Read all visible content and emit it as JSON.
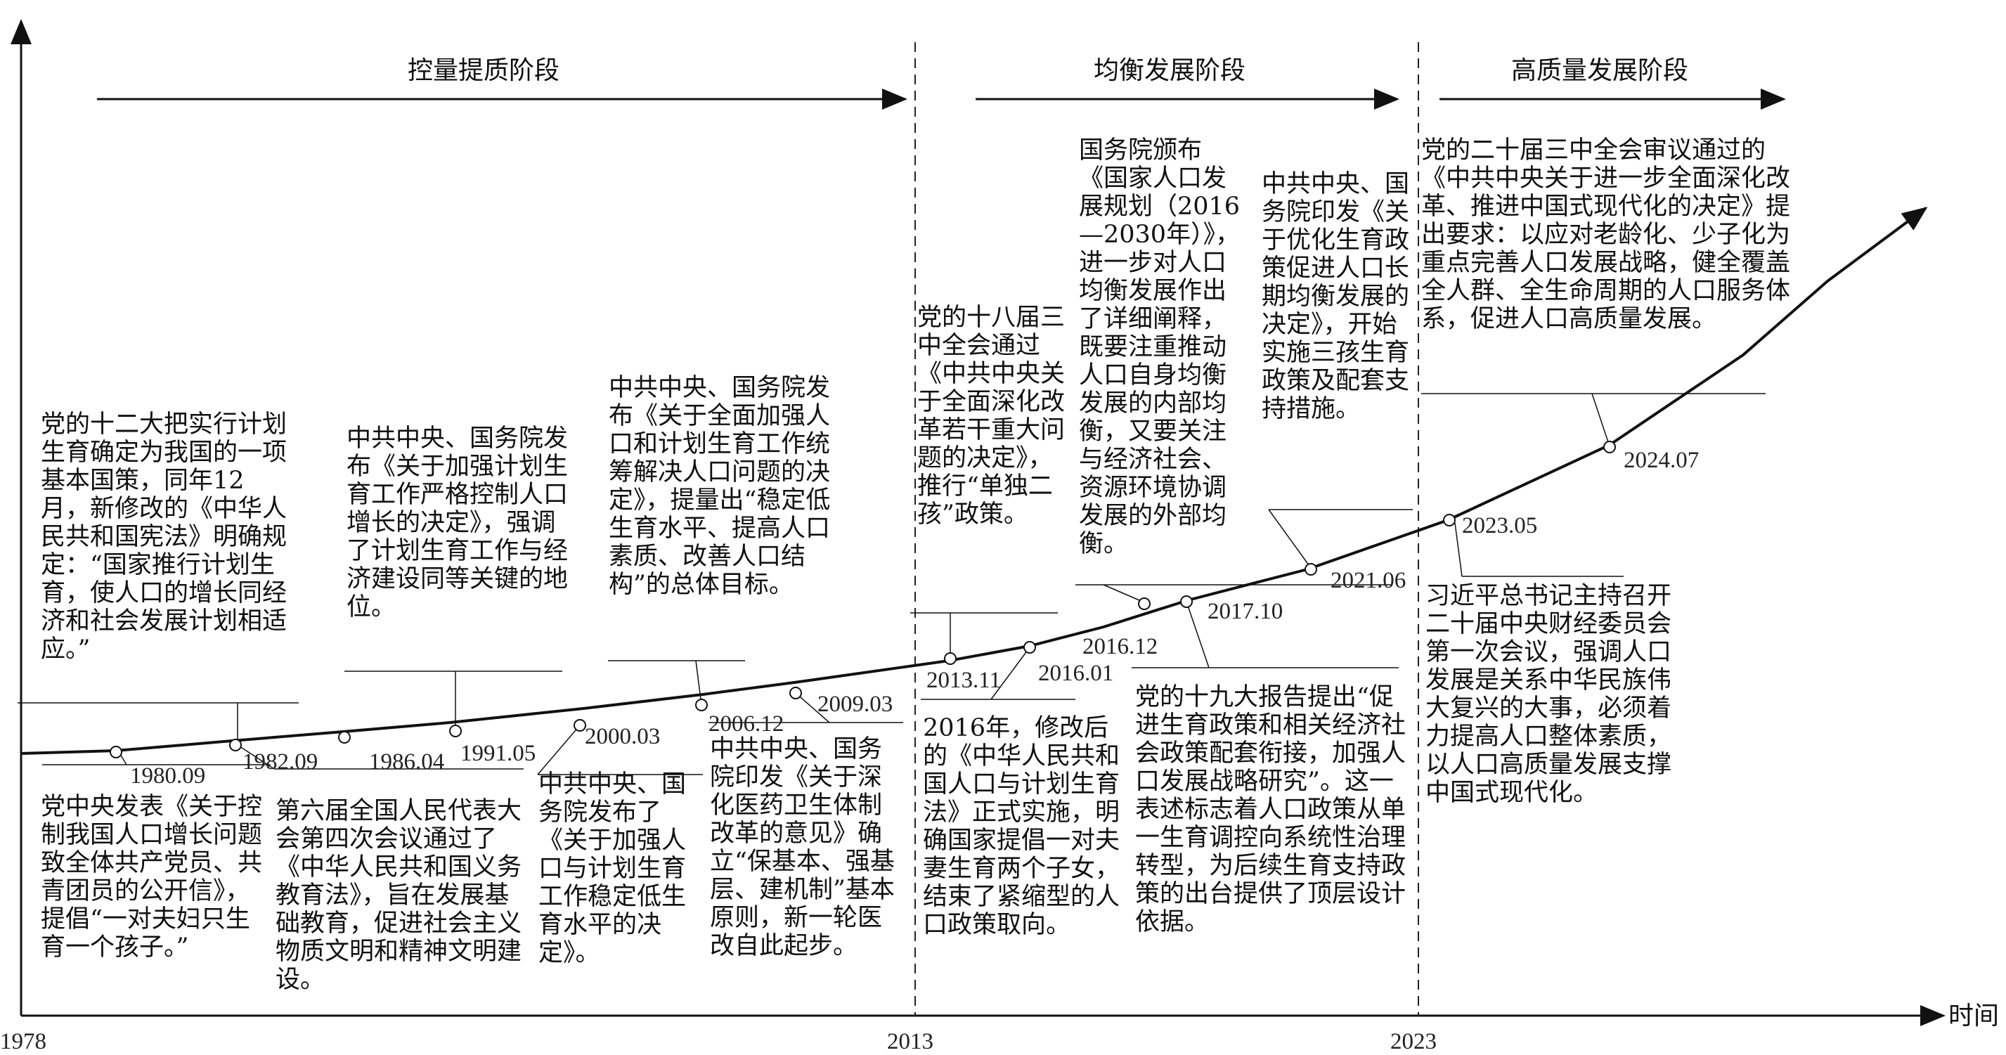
{
  "axis": {
    "x_label": "时间",
    "start_year": "1978",
    "mid_year": "2013",
    "end_year": "2023"
  },
  "phases": [
    "控量提质阶段",
    "均衡发展阶段",
    "高质量发展阶段"
  ],
  "dates": {
    "d1980": "1980.09",
    "d1982": "1982.09",
    "d1986": "1986.04",
    "d1991": "1991.05",
    "d2000": "2000.03",
    "d2006": "2006.12",
    "d2009": "2009.03",
    "d2013": "2013.11",
    "d2016a": "2016.01",
    "d2016b": "2016.12",
    "d2017": "2017.10",
    "d2021": "2021.06",
    "d2023": "2023.05",
    "d2024": "2024.07"
  },
  "events": {
    "e1980": "党中央发表《关于控制我国人口增长问题致全体共产党员、共青团员的公开信》，提倡“一对夫妇只生育一个孩子。”",
    "e1982": "党的十二大把实行计划生育确定为我国的一项基本国策，同年12月，新修改的《中华人民共和国宪法》明确规定：“国家推行计划生育，使人口的增长同经济和社会发展计划相适应。”",
    "e1986": "第六届全国人民代表大会第四次会议通过了《中华人民共和国义务教育法》，旨在发展基础教育，促进社会主义物质文明和精神文明建设。",
    "e1991": "中共中央、国务院发布《关于加强计划生育工作严格控制人口增长的决定》，强调了计划生育工作与经济建设同等关键的地位。",
    "e2000": "中共中央、国务院发布了《关于加强人口与计划生育工作稳定低生育水平的决定》。",
    "e2006": "中共中央、国务院发布《关于全面加强人口和计划生育工作统筹解决人口问题的决定》，提量出“稳定低生育水平、提高人口素质、改善人口结构”的总体目标。",
    "e2009": "中共中央、国务院印发《关于深化医药卫生体制改革的意见》确立“保基本、强基层、建机制”基本原则，新一轮医改自此起步。",
    "e2013": "党的十八届三中全会通过《中共中央关于全面深化改革若干重大问题的决定》，推行“单独二孩”政策。",
    "e2016a": "2016年，修改后的《中华人民共和国人口与计划生育法》正式实施，明确国家提倡一对夫妻生育两个子女，结束了紧缩型的人口政策取向。",
    "e2016b": "国务院颁布《国家人口发展规划（2016—2030年）》，进一步对人口均衡发展作出了详细阐释，既要注重推动人口自身均衡发展的内部均衡，又要关注与经济社会、资源环境协调发展的外部均衡。",
    "e2017": "党的十九大报告提出“促进生育政策和相关经济社会政策配套衔接，加强人口发展战略研究”。这一表述标志着人口政策从单一生育调控向系统性治理转型，为后续生育支持政策的出台提供了顶层设计依据。",
    "e2021": "中共中央、国务院印发《关于优化生育政策促进人口长期均衡发展的决定》，开始实施三孩生育政策及配套支持措施。",
    "e2023": "习近平总书记主持召开二十届中央财经委员会第一次会议，强调人口发展是关系中华民族伟大复兴的大事，必须着力提高人口整体素质，以人口高质量发展支撑中国式现代化。",
    "e2024": "党的二十届三中全会审议通过的《中共中央关于进一步全面深化改革、推进中国式现代化的决定》提出要求：以应对老龄化、少子化为重点完善人口发展战略，健全覆盖全人群、全生命周期的人口服务体系，促进人口高质量发展。"
  }
}
